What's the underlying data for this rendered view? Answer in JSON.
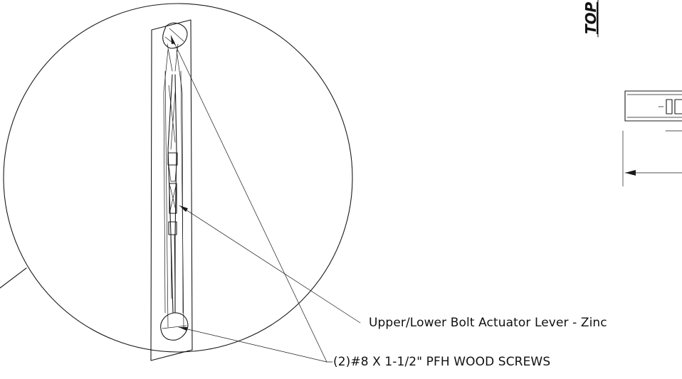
{
  "labels": {
    "actuator_lever": "Upper/Lower Bolt Actuator Lever - Zinc",
    "wood_screws": "(2)#8 X 1-1/2\" PFH WOOD SCREWS"
  },
  "section_title": "TOP",
  "colors": {
    "ink": "#1a1a1a",
    "background": "#ffffff"
  }
}
